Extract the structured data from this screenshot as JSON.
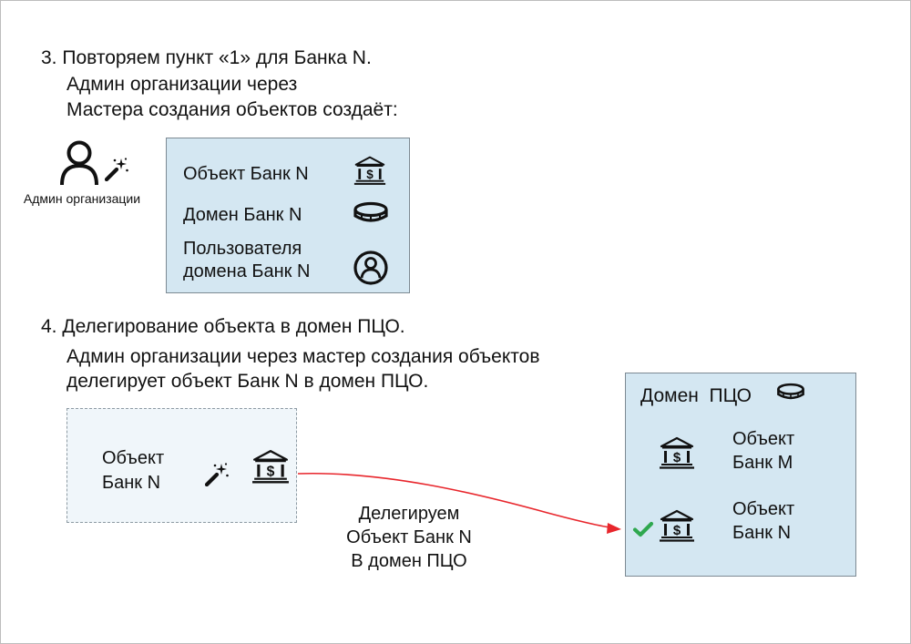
{
  "step3": {
    "line1": "3. Повторяем пункт «1» для Банка N.",
    "line2": "Админ организации через",
    "line3": "Мастера создания объектов создаёт:"
  },
  "admin": {
    "label": "Админ организации",
    "icon": "user-icon",
    "wand_icon": "magic-wand-icon"
  },
  "created_panel": {
    "items": [
      {
        "label": "Объект Банк N",
        "icon": "bank-dollar-icon"
      },
      {
        "label": "Домен Банк N",
        "icon": "domain-disk-icon"
      },
      {
        "label_line1": "Пользователя",
        "label_line2": "домена Банк N",
        "icon": "user-circle-icon"
      }
    ]
  },
  "step4": {
    "line1": "4. Делегирование объекта в домен ПЦО.",
    "line2": "Админ организации через мастер создания объектов",
    "line3": "делегирует объект Банк N в домен ПЦО."
  },
  "source_box": {
    "line1": "Объект",
    "line2": "Банк N",
    "icon": "bank-dollar-icon"
  },
  "arrow": {
    "color": "#e8262c",
    "label_line1": "Делегируем",
    "label_line2": "Объект Банк N",
    "label_line3": "В домен ПЦО"
  },
  "target_domain": {
    "title": "Домен  ПЦО",
    "icon": "domain-disk-icon",
    "items": [
      {
        "line1": "Объект",
        "line2": "Банк M",
        "checked": false
      },
      {
        "line1": "Объект",
        "line2": "Банк N",
        "checked": true
      }
    ],
    "check_color": "#2fa84f"
  },
  "colors": {
    "panel_fill": "#d4e7f2",
    "panel_border": "#7d8a93"
  }
}
